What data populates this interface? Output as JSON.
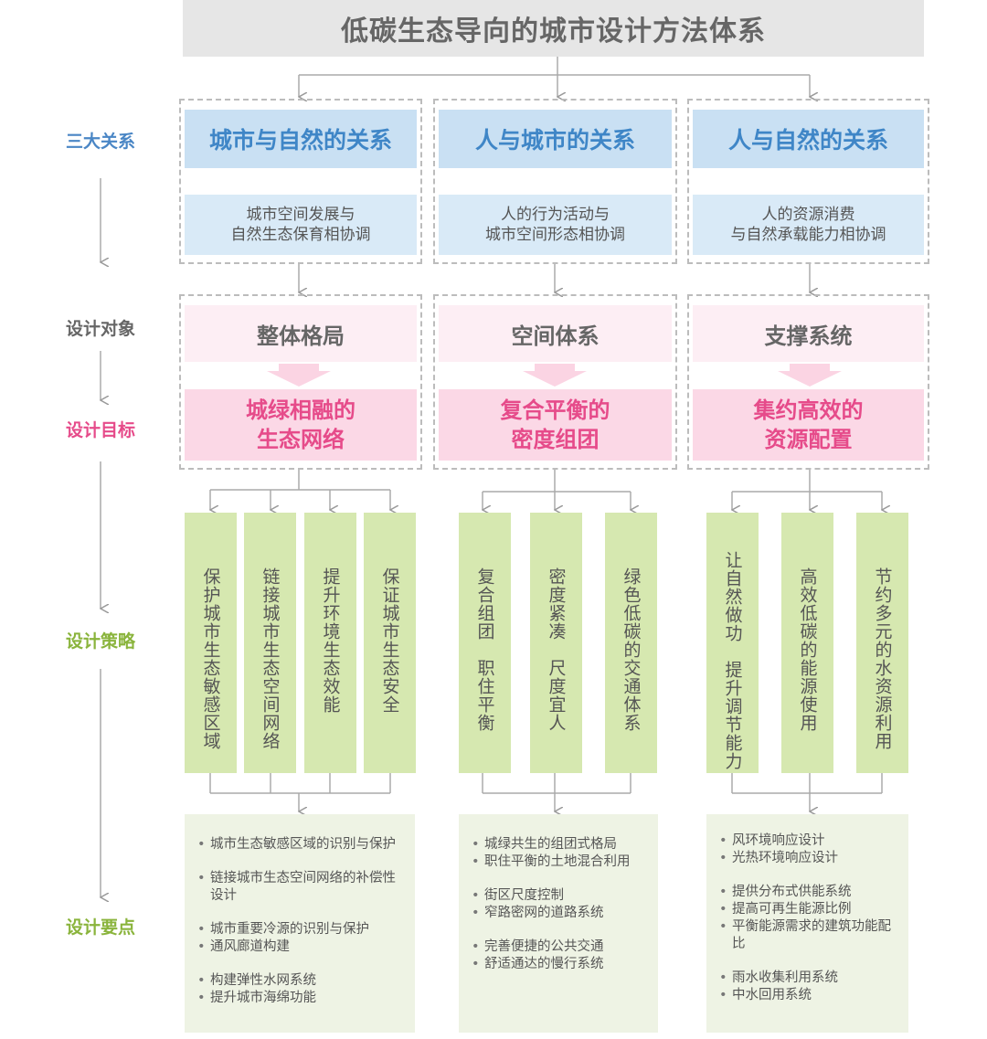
{
  "title": "低碳生态导向的城市设计方法体系",
  "side_labels": {
    "relations": "三大关系",
    "objects": "设计对象",
    "goals": "设计目标",
    "strategies": "设计策略",
    "points": "设计要点"
  },
  "relations": [
    {
      "title": "城市与自然的关系",
      "line1": "城市空间发展与",
      "line2": "自然生态保育相协调"
    },
    {
      "title": "人与城市的关系",
      "line1": "人的行为活动与",
      "line2": "城市空间形态相协调"
    },
    {
      "title": "人与自然的关系",
      "line1": "人的资源消费",
      "line2": "与自然承载能力相协调"
    }
  ],
  "objects": [
    {
      "title": "整体格局",
      "goal1": "城绿相融的",
      "goal2": "生态网络"
    },
    {
      "title": "空间体系",
      "goal1": "复合平衡的",
      "goal2": "密度组团"
    },
    {
      "title": "支撑系统",
      "goal1": "集约高效的",
      "goal2": "资源配置"
    }
  ],
  "strategies": [
    "保护城市生态敏感区域",
    "链接城市生态空间网络",
    "提升环境生态效能",
    "保证城市生态安全",
    "复合组团　职住平衡",
    "密度紧凑　尺度宜人",
    "绿色低碳的交通体系",
    "让自然做功　提升调节能力",
    "高效低碳的能源使用",
    "节约多元的水资源利用"
  ],
  "points": [
    [
      {
        "text": "城市生态敏感区域的识别与保护"
      },
      {
        "text": "链接城市生态空间网络的补偿性设计",
        "gap": true
      },
      {
        "text": "城市重要冷源的识别与保护",
        "gap": true
      },
      {
        "text": "通风廊道构建"
      },
      {
        "text": "构建弹性水网系统",
        "gap": true
      },
      {
        "text": "提升城市海绵功能"
      }
    ],
    [
      {
        "text": "城绿共生的组团式格局"
      },
      {
        "text": "职住平衡的土地混合利用"
      },
      {
        "text": "街区尺度控制",
        "gap": true
      },
      {
        "text": "窄路密网的道路系统"
      },
      {
        "text": "完善便捷的公共交通",
        "gap": true
      },
      {
        "text": "舒适通达的慢行系统"
      }
    ],
    [
      {
        "text": "风环境响应设计"
      },
      {
        "text": "光热环境响应设计"
      },
      {
        "text": "提供分布式供能系统",
        "gap": true
      },
      {
        "text": "提高可再生能源比例"
      },
      {
        "text": "平衡能源需求的建筑功能配比"
      },
      {
        "text": "雨水收集利用系统",
        "gap": true
      },
      {
        "text": "中水回用系统"
      }
    ]
  ],
  "colors": {
    "blue_header": "#c9e0f3",
    "blue_text": "#3f86c7",
    "pink_header": "#fdeef4",
    "pink_goal": "#fbd8e6",
    "pink_text": "#e64b8a",
    "green_column": "#d6e8b0",
    "green_label": "#8ab43c",
    "points_bg": "#eef3e4",
    "title_bg": "#e6e6e6"
  }
}
